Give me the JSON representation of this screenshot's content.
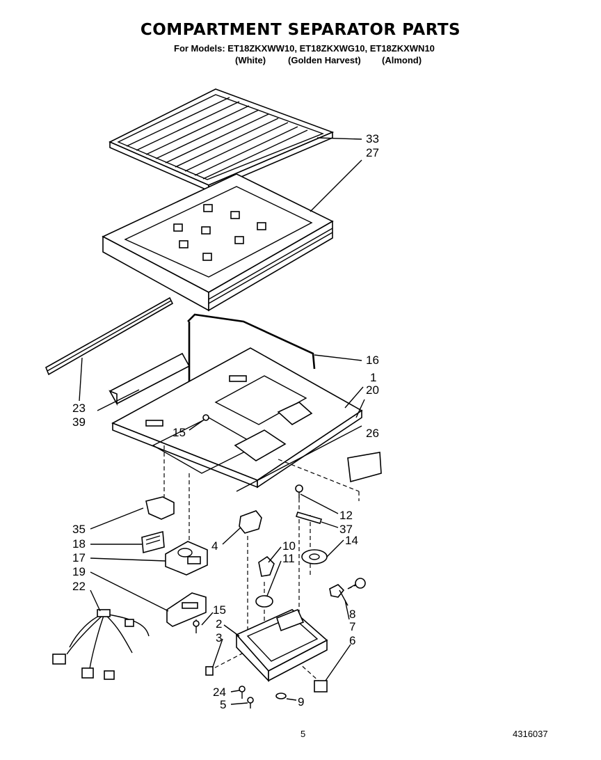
{
  "header": {
    "title": "COMPARTMENT SEPARATOR PARTS",
    "models_line": "For Models: ET18ZKXWW10, ET18ZKXWG10, ET18ZKXWN10",
    "colors": [
      "(White)",
      "(Golden Harvest)",
      "(Almond)"
    ]
  },
  "callouts": {
    "c33": "33",
    "c27": "27",
    "c16": "16",
    "c1": "1",
    "c20": "20",
    "c26": "26",
    "c23": "23",
    "c39": "39",
    "c15a": "15",
    "c12": "12",
    "c37": "37",
    "c14": "14",
    "c35": "35",
    "c18": "18",
    "c17": "17",
    "c19": "19",
    "c22": "22",
    "c4": "4",
    "c10": "10",
    "c11": "11",
    "c15b": "15",
    "c2": "2",
    "c3": "3",
    "c8": "8",
    "c7": "7",
    "c6": "6",
    "c24": "24",
    "c5": "5",
    "c9": "9"
  },
  "footer": {
    "page_number": "5",
    "document_number": "4316037"
  }
}
